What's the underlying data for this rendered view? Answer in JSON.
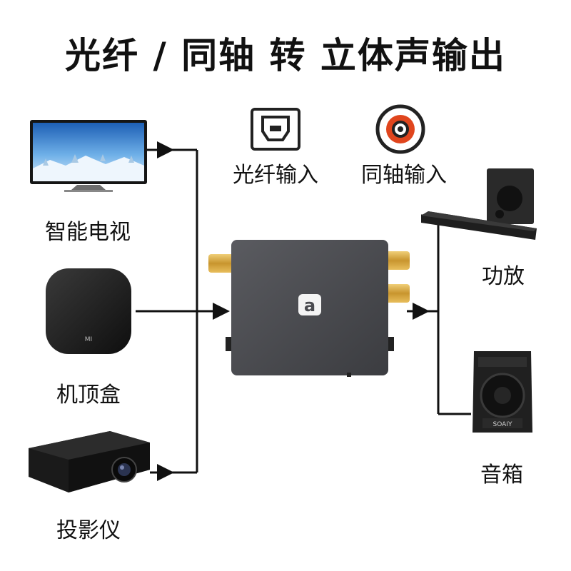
{
  "title": "光纤 / 同轴 转 立体声输出",
  "inputs": {
    "optical_label": "光纤输入",
    "coaxial_label": "同轴输入"
  },
  "sources": [
    {
      "label": "智能电视"
    },
    {
      "label": "机顶盒"
    },
    {
      "label": "投影仪"
    }
  ],
  "outputs": [
    {
      "label": "功放"
    },
    {
      "label": "音箱"
    }
  ],
  "device": {
    "logo": "a",
    "settop_brand": "MI",
    "speaker_brand": "SOAIY"
  },
  "colors": {
    "line": "#111111",
    "converter_body": "#46474b",
    "gold": "#d4a640",
    "coaxial_ring": "#e0451d"
  }
}
